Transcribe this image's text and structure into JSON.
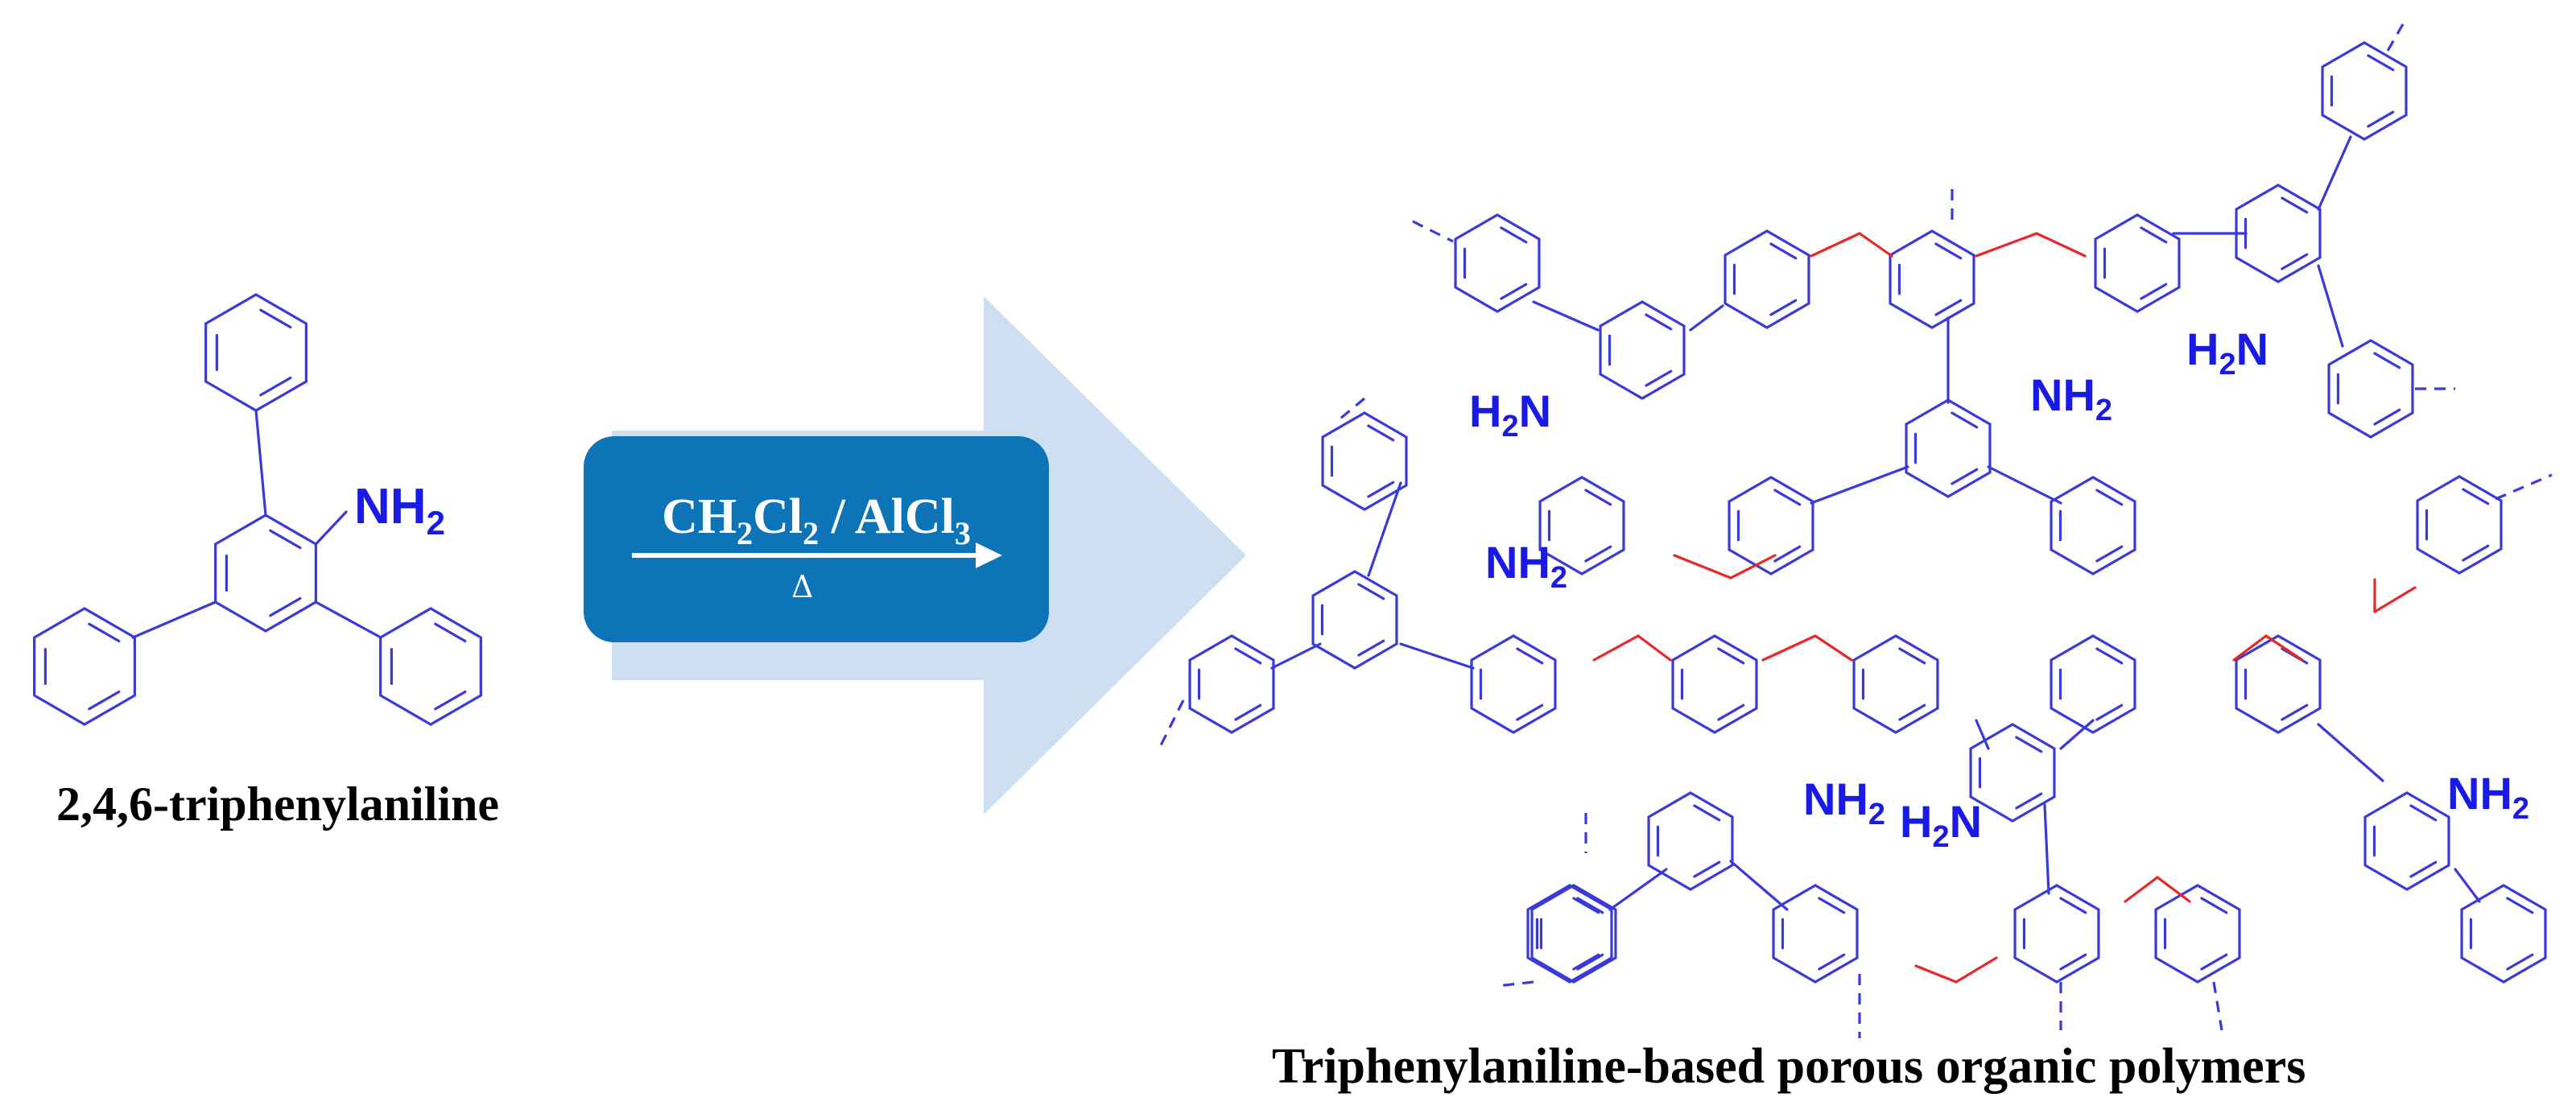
{
  "monomer": {
    "name": "2,4,6-triphenylaniline",
    "amine": "NH2"
  },
  "reaction": {
    "conditions": "CH2Cl2 / AlCl3",
    "heat": "Δ",
    "colors": {
      "big_arrow": "#cddff0",
      "box": "#0d74b8",
      "box_text": "#ffffff"
    }
  },
  "product": {
    "name": "Triphenylaniline-based porous organic polymers",
    "amine": "NH2",
    "colors": {
      "bond": "#3a3ad8",
      "methylene_link": "#e8272a",
      "label": "#1a1ae6"
    }
  }
}
